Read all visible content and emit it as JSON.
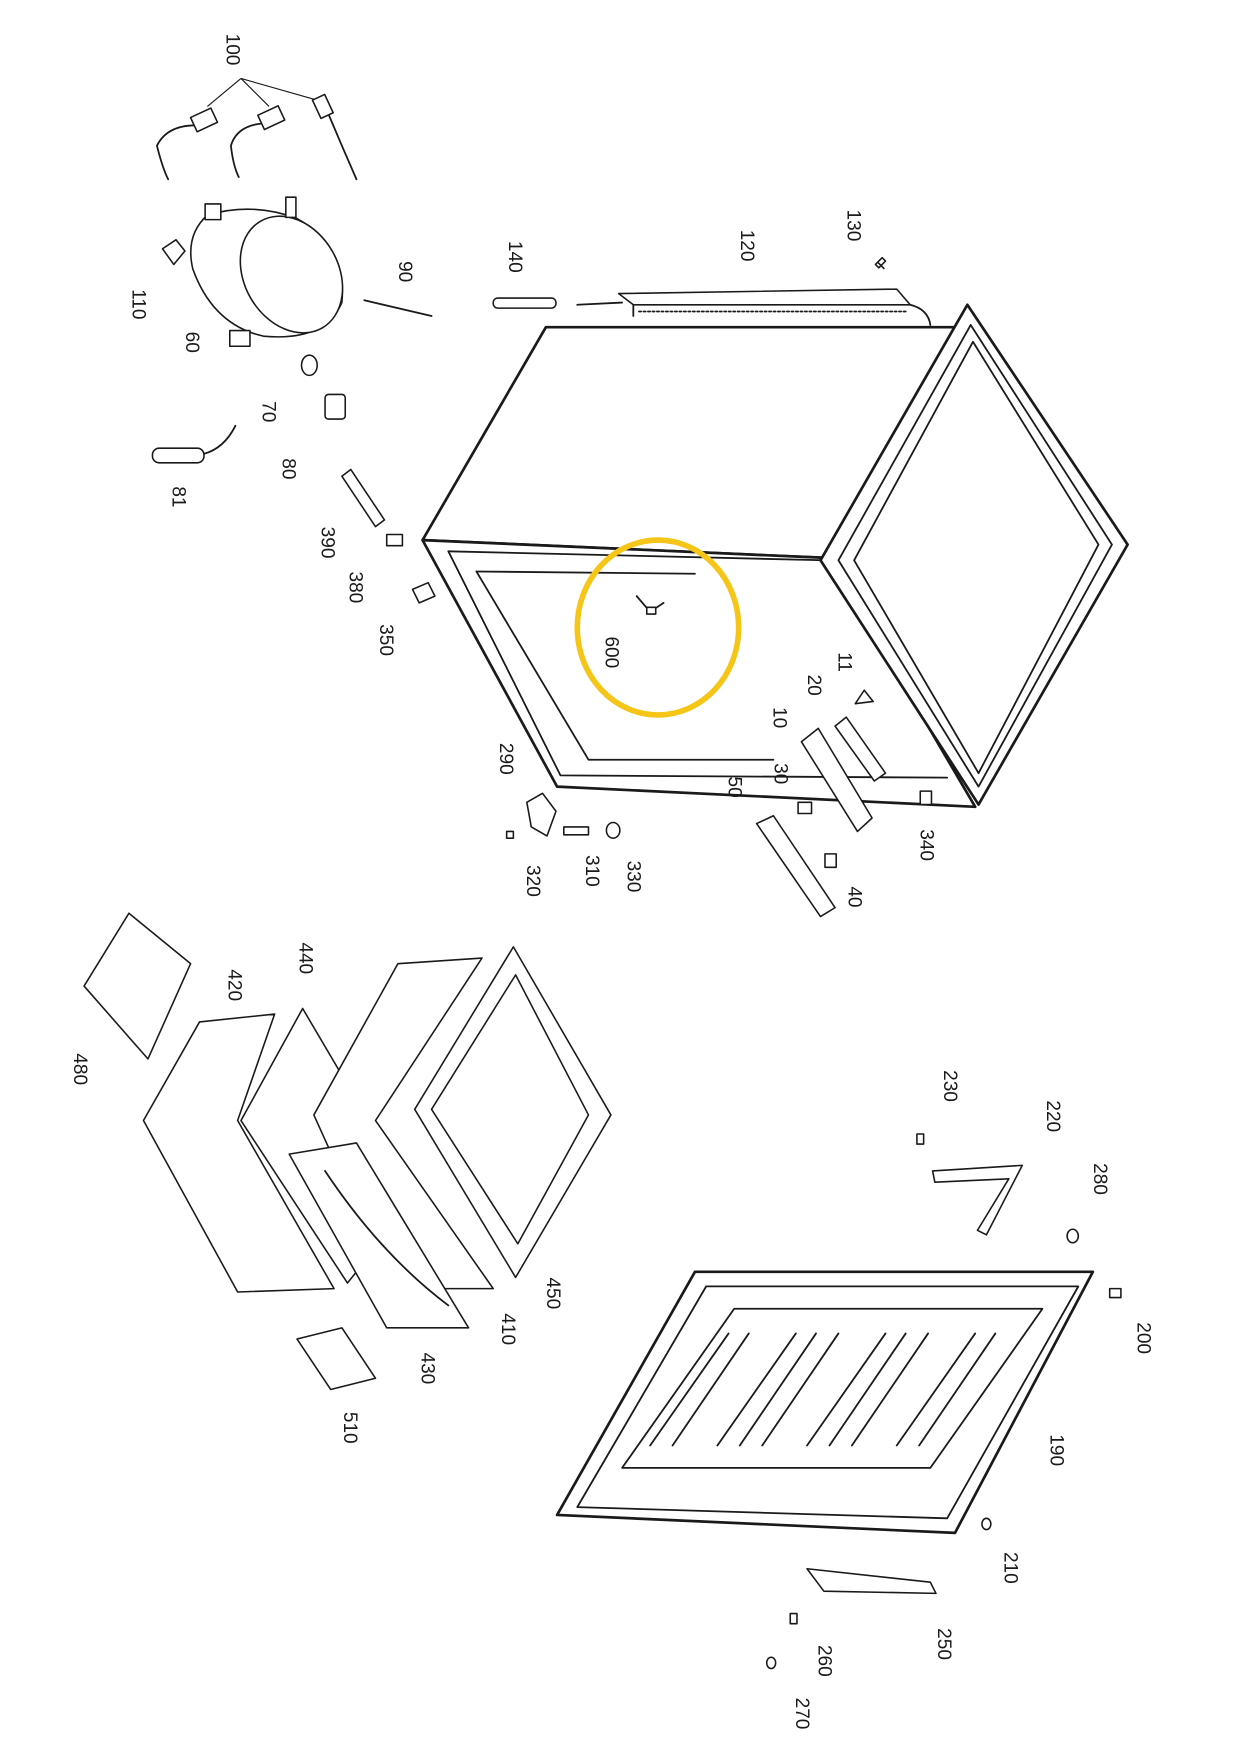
{
  "diagram": {
    "type": "exploded-parts-diagram",
    "highlight_color": "#F5C518",
    "highlighted_part": "600",
    "callouts": {
      "p100": "100",
      "p110": "110",
      "p60": "60",
      "p90": "90",
      "p70": "70",
      "p80": "80",
      "p81": "81",
      "p390": "390",
      "p380": "380",
      "p350": "350",
      "p140": "140",
      "p120": "120",
      "p130": "130",
      "p600": "600",
      "p11": "11",
      "p20": "20",
      "p10": "10",
      "p30": "30",
      "p50": "50",
      "p40": "40",
      "p340": "340",
      "p290": "290",
      "p320": "320",
      "p310": "310",
      "p330": "330",
      "p480": "480",
      "p420": "420",
      "p440": "440",
      "p450": "450",
      "p410": "410",
      "p430": "430",
      "p510": "510",
      "p230": "230",
      "p220": "220",
      "p280": "280",
      "p200": "200",
      "p190": "190",
      "p210": "210",
      "p250": "250",
      "p260": "260",
      "p270": "270"
    }
  }
}
